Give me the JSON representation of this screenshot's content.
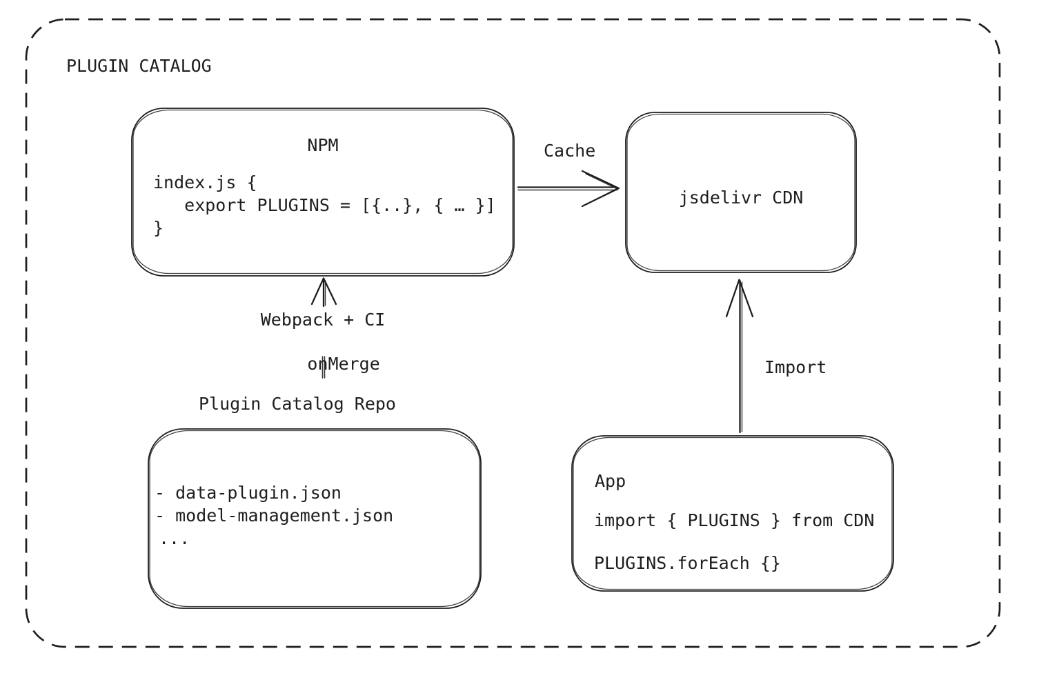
{
  "title": "PLUGIN CATALOG",
  "colors": {
    "stroke": "#1e1e1e",
    "background": "#ffffff"
  },
  "nodes": {
    "npm": {
      "title": "NPM",
      "code_lines": [
        "index.js {",
        "   export PLUGINS = [{..}, { … }]",
        "}"
      ]
    },
    "cdn": {
      "label": "jsdelivr CDN"
    },
    "repo": {
      "label": "Plugin Catalog Repo",
      "file_lines": [
        "- data-plugin.json",
        "- model-management.json",
        "..."
      ]
    },
    "app": {
      "title": "App",
      "code_lines": [
        "import { PLUGINS } from CDN",
        "PLUGINS.forEach {}"
      ]
    }
  },
  "edges": {
    "cache": {
      "label": "Cache",
      "from": "npm",
      "to": "cdn"
    },
    "build": {
      "label_lines": [
        "Webpack + CI",
        "onMerge"
      ],
      "from": "repo",
      "to": "npm"
    },
    "import": {
      "label": "Import",
      "from": "app",
      "to": "cdn"
    }
  }
}
